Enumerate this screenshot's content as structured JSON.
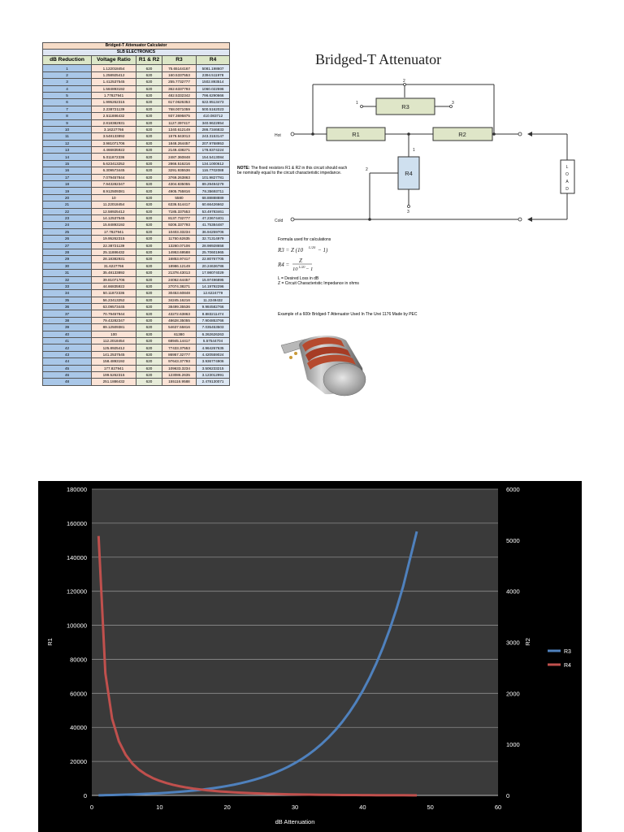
{
  "table": {
    "title": "Bridged-T Attenuator Calculator",
    "subtitle": "SLB ELECTRONICS",
    "headers": [
      "dB Reduction",
      "Voltage Ratio",
      "R1 & R2",
      "R3",
      "R4"
    ],
    "rows": [
      [
        "1",
        "1.122018454",
        "620",
        "75.65144167",
        "5081.198607"
      ],
      [
        "2",
        "1.258925412",
        "620",
        "160.5337553",
        "2394.511978"
      ],
      [
        "3",
        "1.412537545",
        "620",
        "255.7732777",
        "1502.893514"
      ],
      [
        "4",
        "1.584893192",
        "620",
        "362.6337793",
        "1060.022596"
      ],
      [
        "5",
        "1.77827941",
        "620",
        "482.5332342",
        "796.6290666"
      ],
      [
        "6",
        "1.995262315",
        "620",
        "617.0626353",
        "622.9513473"
      ],
      [
        "7",
        "2.238721139",
        "620",
        "768.0071059",
        "500.5162023"
      ],
      [
        "8",
        "2.511886432",
        "620",
        "937.3695875",
        "410.083712"
      ],
      [
        "9",
        "2.818382931",
        "620",
        "1127.397417",
        "340.9622854"
      ],
      [
        "10",
        "3.16227766",
        "620",
        "1340.612149",
        "286.7346833"
      ],
      [
        "11",
        "3.548133892",
        "620",
        "1579.843013",
        "243.3153147"
      ],
      [
        "12",
        "3.981071706",
        "620",
        "1848.264457",
        "207.9768953"
      ],
      [
        "13",
        "4.466835922",
        "620",
        "2149.438271",
        "178.8374224"
      ],
      [
        "14",
        "5.011872336",
        "620",
        "2487.360848",
        "154.5413084"
      ],
      [
        "15",
        "5.623413252",
        "620",
        "2866.516216",
        "134.1000612"
      ],
      [
        "16",
        "6.309573445",
        "620",
        "3291.935536",
        "116.7702088"
      ],
      [
        "17",
        "7.079457844",
        "620",
        "3769.263863",
        "101.9827781"
      ],
      [
        "18",
        "7.943282347",
        "620",
        "4304.835055",
        "89.29494279"
      ],
      [
        "19",
        "8.912509381",
        "620",
        "4905.755816",
        "78.35693711"
      ],
      [
        "20",
        "10",
        "620",
        "5580",
        "68.88888889"
      ],
      [
        "21",
        "11.22018454",
        "620",
        "6336.514417",
        "60.66426662"
      ],
      [
        "22",
        "12.58925412",
        "620",
        "7185.337553",
        "53.49783461"
      ],
      [
        "23",
        "14.12537545",
        "620",
        "8137.732777",
        "47.23674401"
      ],
      [
        "24",
        "15.84893192",
        "620",
        "9206.337793",
        "41.75384487"
      ],
      [
        "25",
        "17.7827941",
        "620",
        "10403.33234",
        "36.94259706"
      ],
      [
        "26",
        "19.95262315",
        "620",
        "11750.62635",
        "32.71314979"
      ],
      [
        "27",
        "22.38721139",
        "620",
        "13260.07106",
        "28.98928658"
      ],
      [
        "28",
        "25.11886432",
        "620",
        "14953.69588",
        "25.70601965"
      ],
      [
        "29",
        "28.18382931",
        "620",
        "16853.97417",
        "22.80767705"
      ],
      [
        "30",
        "31.6227766",
        "620",
        "18986.12149",
        "20.24636786"
      ],
      [
        "31",
        "35.48133892",
        "620",
        "21378.43013",
        "17.98074029"
      ],
      [
        "32",
        "39.81071706",
        "620",
        "24062.64457",
        "15.97496895"
      ],
      [
        "33",
        "44.66835922",
        "620",
        "27074.38271",
        "14.19792296"
      ],
      [
        "34",
        "50.11872336",
        "620",
        "30453.60848",
        "12.6224779"
      ],
      [
        "35",
        "56.23413252",
        "620",
        "34245.16216",
        "11.2249432"
      ],
      [
        "36",
        "63.09573445",
        "620",
        "38499.35536",
        "9.984582766"
      ],
      [
        "37",
        "70.79457844",
        "620",
        "43272.63863",
        "8.883211474"
      ],
      [
        "38",
        "79.43282347",
        "620",
        "48628.35055",
        "7.904853766"
      ],
      [
        "39",
        "89.12509381",
        "620",
        "54637.55816",
        "7.035453503"
      ],
      [
        "40",
        "100",
        "620",
        "61380",
        "6.262626263"
      ],
      [
        "41",
        "112.2018454",
        "620",
        "68945.14417",
        "5.57544704"
      ],
      [
        "42",
        "125.8925412",
        "620",
        "77433.37553",
        "4.964267635"
      ],
      [
        "43",
        "141.2537545",
        "620",
        "86957.32777",
        "4.420559024"
      ],
      [
        "44",
        "158.4893192",
        "620",
        "97643.37793",
        "3.936774906"
      ],
      [
        "45",
        "177.827941",
        "620",
        "109633.3234",
        "3.506233215"
      ],
      [
        "46",
        "199.5262315",
        "620",
        "123086.2635",
        "3.123012991"
      ],
      [
        "48",
        "251.1886432",
        "620",
        "155116.9588",
        "2.478130071"
      ]
    ]
  },
  "diagram": {
    "title": "Bridged-T Attenuator",
    "labels": {
      "r1": "R1",
      "r2": "R2",
      "r3": "R3",
      "r4": "R4",
      "hot": "Hot",
      "cold": "Cold",
      "load": [
        "L",
        "O",
        "A",
        "D"
      ],
      "pin1": "1",
      "pin2": "2",
      "pin3": "3"
    },
    "note_bold": "NOTE:",
    "note_text": " The fixed resistors R1 & R2 in this circuit should each be nominally equal to the circuit characteristic impedance.",
    "formula_heading": "Formula used for calculations",
    "legend_l": "L = Desired Loss in dB",
    "legend_z": "Z = Circuit Characteristic Impedance in ohms",
    "example_caption": "Example of a 600r Bridged-T Attenuator Used In The Urei  1176 Made by PEC"
  },
  "chart_data": {
    "type": "line",
    "x": [
      1,
      2,
      3,
      4,
      5,
      6,
      7,
      8,
      9,
      10,
      11,
      12,
      13,
      14,
      15,
      16,
      17,
      18,
      19,
      20,
      21,
      22,
      23,
      24,
      25,
      26,
      27,
      28,
      29,
      30,
      31,
      32,
      33,
      34,
      35,
      36,
      37,
      38,
      39,
      40,
      41,
      42,
      43,
      44,
      45,
      46,
      48
    ],
    "series": [
      {
        "name": "R3",
        "axis": "left",
        "color": "#4f81bd",
        "values": [
          75.65,
          160.53,
          255.77,
          362.63,
          482.53,
          617.06,
          768.01,
          937.37,
          1127.4,
          1340.61,
          1579.84,
          1848.26,
          2149.44,
          2487.36,
          2866.52,
          3291.94,
          3769.26,
          4304.84,
          4905.76,
          5580,
          6336.51,
          7185.34,
          8137.73,
          9206.34,
          10403.33,
          11750.63,
          13260.07,
          14953.7,
          16853.97,
          18986.12,
          21378.43,
          24062.64,
          27074.38,
          30453.61,
          34245.16,
          38499.36,
          43272.64,
          48628.35,
          54637.56,
          61380,
          68945.14,
          77433.38,
          86957.33,
          97643.38,
          109633.32,
          123086.26,
          155116.96
        ]
      },
      {
        "name": "R4",
        "axis": "right",
        "color": "#c0504d",
        "values": [
          5081.2,
          2394.51,
          1502.89,
          1060.02,
          796.63,
          622.95,
          500.52,
          410.08,
          340.96,
          286.73,
          243.32,
          207.98,
          178.84,
          154.54,
          134.1,
          116.77,
          101.98,
          89.29,
          78.36,
          68.89,
          60.66,
          53.5,
          47.24,
          41.75,
          36.94,
          32.71,
          28.99,
          25.71,
          22.81,
          20.25,
          17.98,
          15.97,
          14.2,
          12.62,
          11.22,
          9.98,
          8.88,
          7.9,
          7.04,
          6.26,
          5.58,
          4.96,
          4.42,
          3.94,
          3.51,
          3.12,
          2.48
        ]
      }
    ],
    "xlabel": "dB Attenuation",
    "ylabel": "R1",
    "y2label": "R2",
    "xlim": [
      0,
      60
    ],
    "xticks": [
      "0",
      "10",
      "20",
      "30",
      "40",
      "50",
      "60"
    ],
    "ylim": [
      0,
      180000
    ],
    "yticks": [
      "0",
      "20000",
      "40000",
      "60000",
      "80000",
      "100000",
      "120000",
      "140000",
      "160000",
      "180000"
    ],
    "y2lim": [
      0,
      6000
    ],
    "y2ticks": [
      "0",
      "1000",
      "2000",
      "3000",
      "4000",
      "5000",
      "6000"
    ],
    "grid": true,
    "legend": "right",
    "legend_labels": [
      "R3",
      "R4"
    ],
    "background": "#000000",
    "plot_background": "#3a3a3a"
  }
}
